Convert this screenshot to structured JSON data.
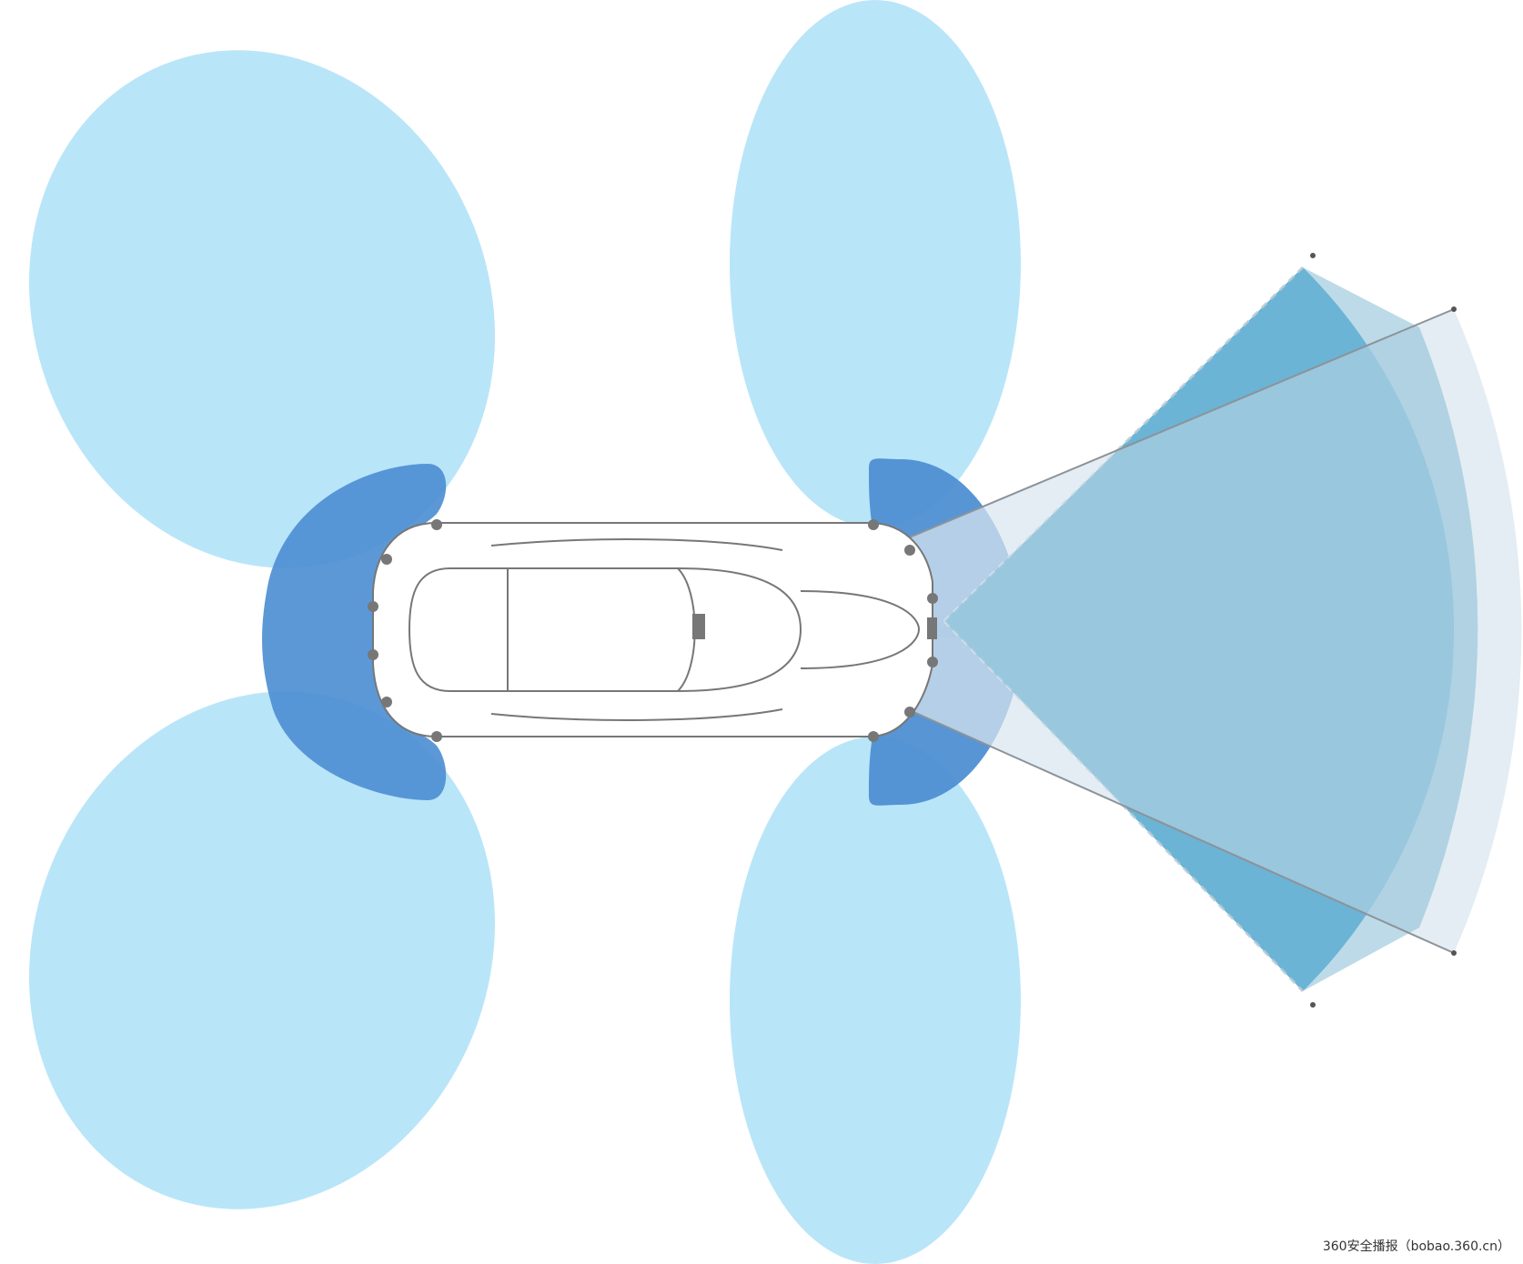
{
  "diagram": {
    "colors": {
      "background": "#ffffff",
      "side_lobe": "#b9e5f9",
      "short_range_zone": "#4e8fd3",
      "front_radar_fan": "#4aabd6",
      "camera_fan": "#d8e6ef",
      "overlap_fan": "#87bcd5",
      "car_outline": "#777777",
      "sensor_dot": "#777777"
    },
    "elements": [
      "side-lobe-rear-left",
      "side-lobe-rear-right",
      "side-lobe-front-left",
      "side-lobe-front-right",
      "rear-short-range-zone",
      "front-short-range-zone-left",
      "front-short-range-zone-right",
      "front-radar-fan",
      "camera-fan",
      "car-top-view",
      "ultrasonic-sensor-dots"
    ]
  },
  "watermark": {
    "text": "360安全播报（bobao.360.cn）"
  }
}
